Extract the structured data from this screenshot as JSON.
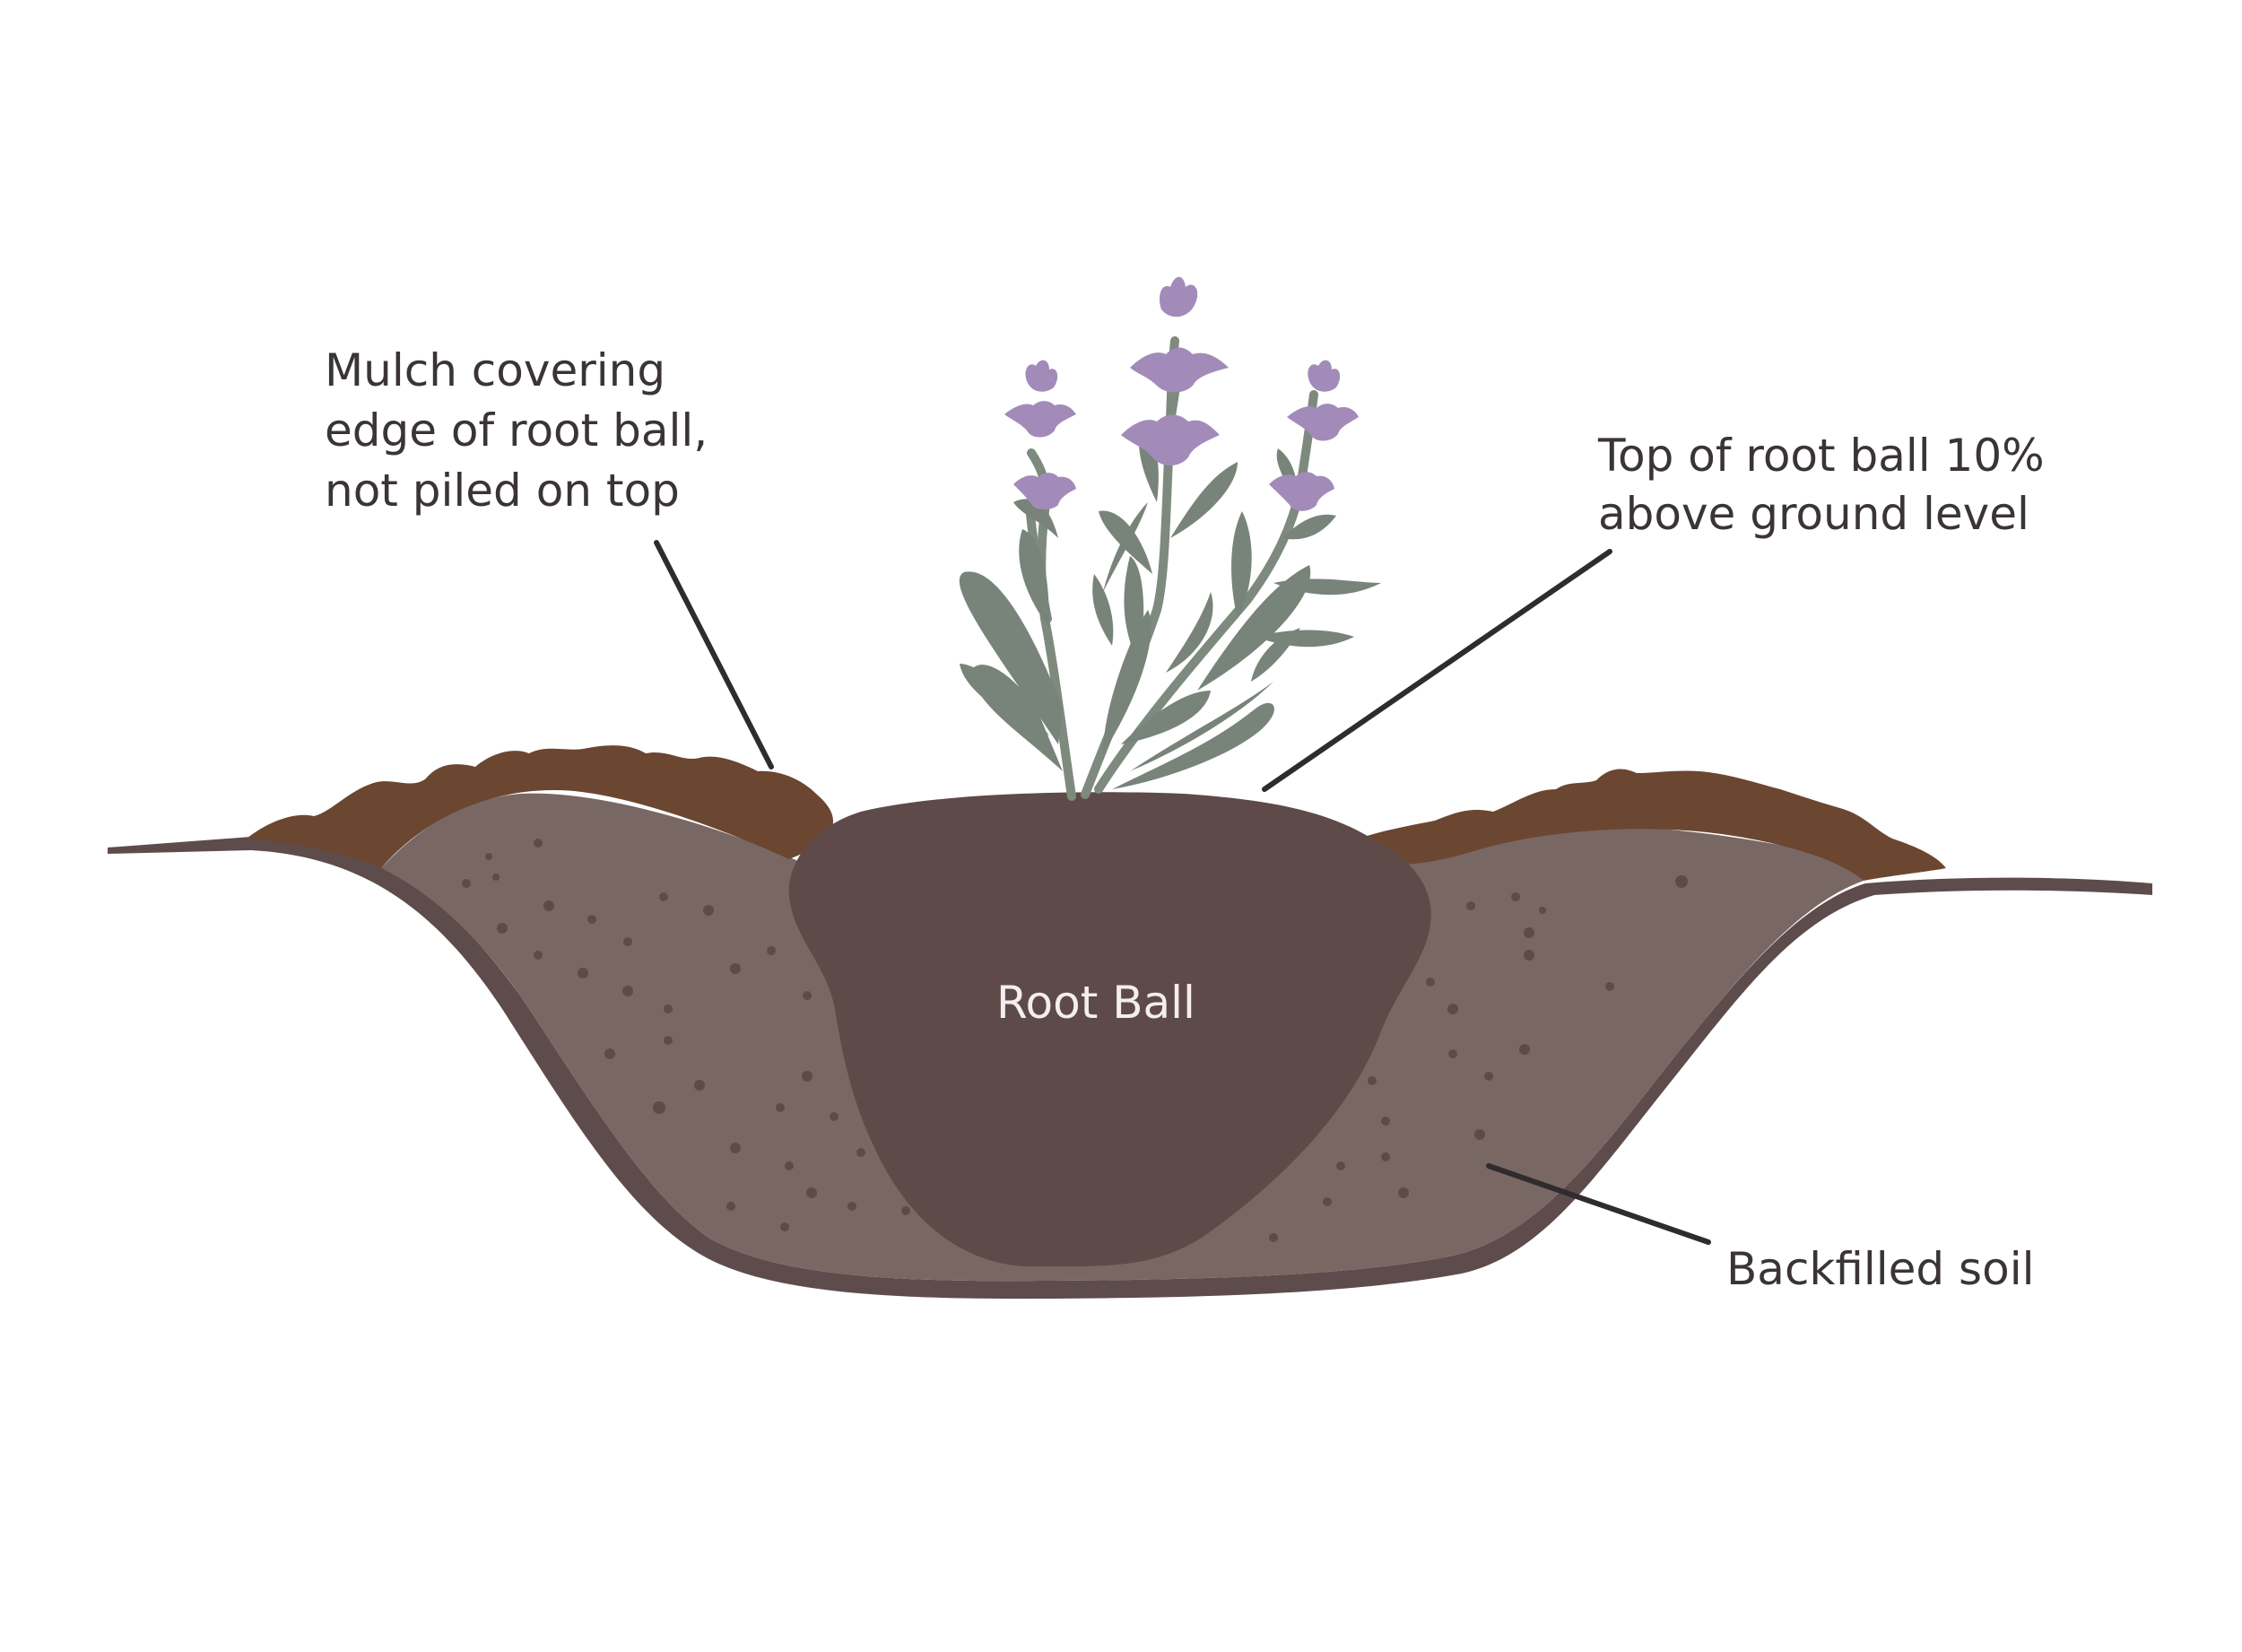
{
  "labels": {
    "mulch": [
      "Mulch covering",
      "edge of root ball,",
      "not piled on top"
    ],
    "top_of_root_ball": [
      "Top of root ball 10%",
      "above ground level"
    ],
    "root_ball": "Root Ball",
    "backfilled_soil": "Backfilled soil"
  },
  "icons": {
    "plant": "lavender-plant-icon"
  },
  "colors": {
    "background": "#ffffff",
    "mulch": "#6b4630",
    "backfill": "#796764",
    "hole_outline": "#5e4c4c",
    "root_ball": "#5e4a49",
    "stem": "#7e8a7e",
    "leaf": "#78847a",
    "flower": "#a28bb9",
    "text": "#3a3438",
    "leader_line": "#2f2b2e"
  }
}
